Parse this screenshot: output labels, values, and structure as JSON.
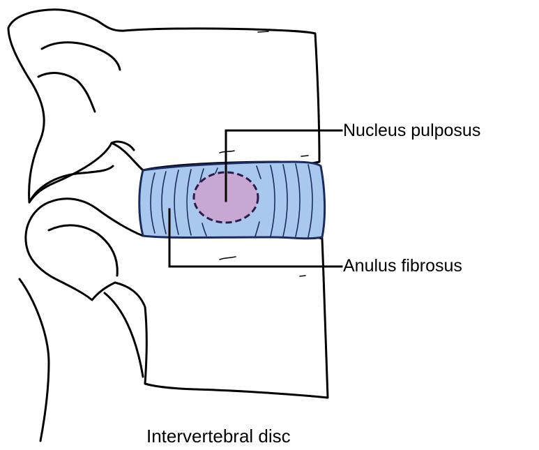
{
  "diagram": {
    "labels": {
      "nucleus": "Nucleus pulposus",
      "anulus": "Anulus fibrosus"
    },
    "caption": "Intervertebral disc"
  },
  "colors": {
    "outline": "#000000",
    "disc_fill": "#a9c8ee",
    "disc_stroke": "#1b2a5e",
    "nucleus_fill": "#c7a8d2",
    "nucleus_stroke": "#2e1a4a"
  }
}
